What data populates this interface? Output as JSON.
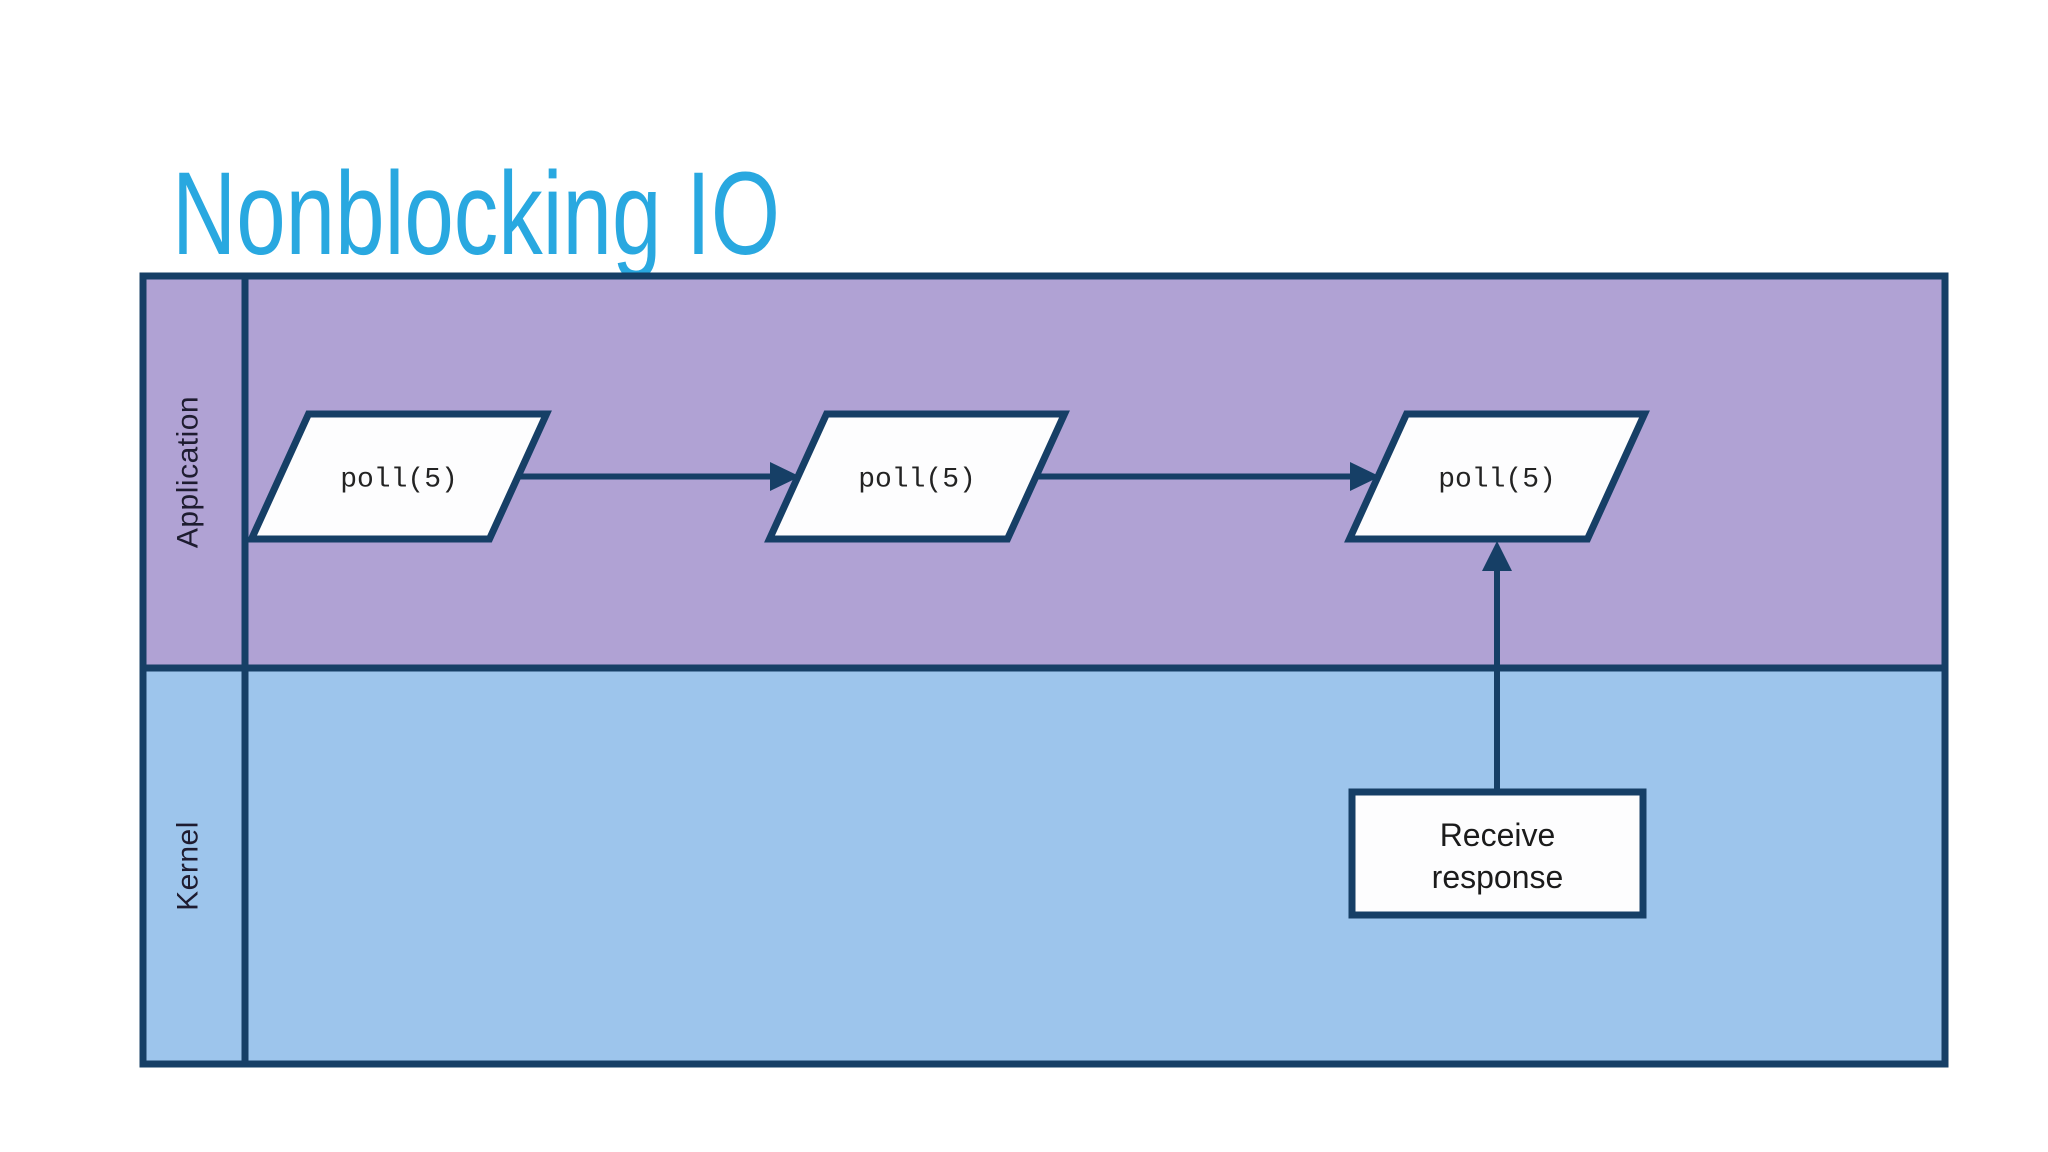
{
  "slide": {
    "title": "Nonblocking IO"
  },
  "lanes": {
    "application": "Application",
    "kernel": "Kernel"
  },
  "nodes": {
    "poll_1": "poll(5)",
    "poll_2": "poll(5)",
    "poll_3": "poll(5)",
    "receive_line1": "Receive",
    "receive_line2": "response"
  },
  "colors": {
    "background": "#FFFFFF",
    "accent_title": "#29A8E0",
    "lane_application": "#B0A2D4",
    "lane_kernel": "#9DC5EC",
    "stroke_navy": "#163F66",
    "node_fill": "#FDFDFE",
    "text_dark": "#1E1C30",
    "code_text": "#232323",
    "box_text": "#1B1B1B"
  }
}
